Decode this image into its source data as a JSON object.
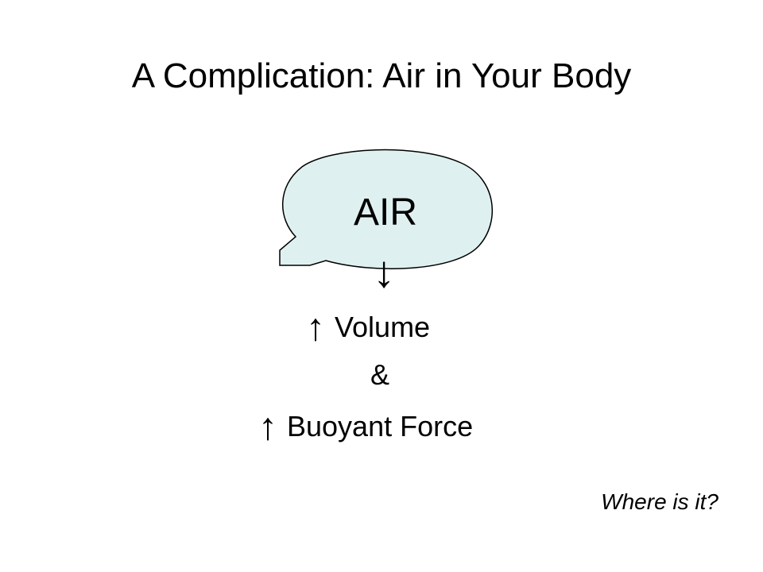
{
  "slide": {
    "title": "A Complication: Air in Your Body",
    "diagram": {
      "bubble_label": "AIR",
      "bubble_fill": "#dff0f0",
      "arrow_down": "↓",
      "volume": {
        "arrow": "↑",
        "text": "Volume"
      },
      "conjunction": "&",
      "buoyant_force": {
        "arrow": "↑",
        "text": "Buoyant Force"
      }
    },
    "question": "Where is it?"
  }
}
